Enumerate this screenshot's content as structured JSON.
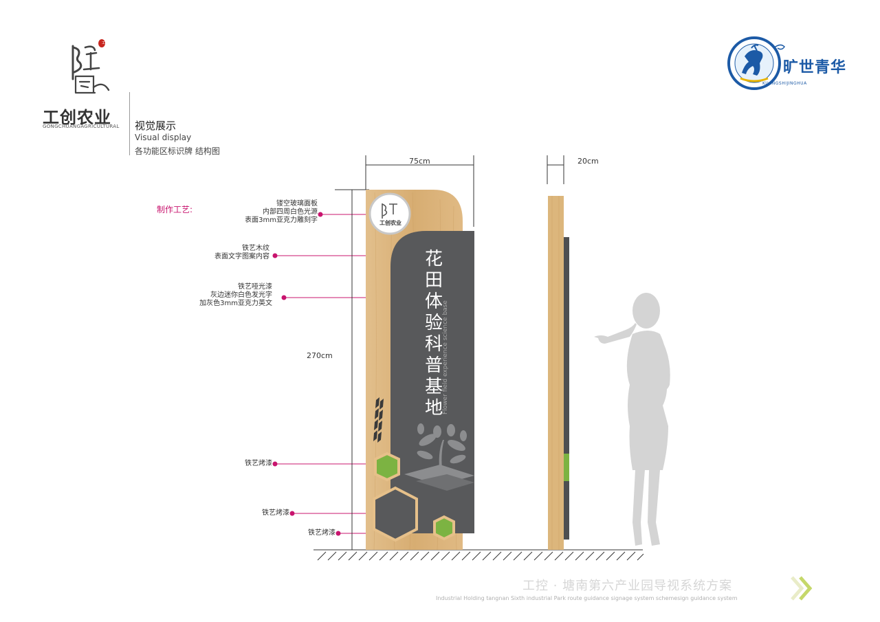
{
  "brand": {
    "cn_name": "工创农业",
    "en_name": "GONGCHUANGAGRICULTURAL",
    "seal_text": "工创",
    "partner_name": "旷世青华",
    "partner_en": "KUANGSHIJINGHUA"
  },
  "section": {
    "title_cn": "视觉展示",
    "title_en": "Visual display",
    "subtitle": "各功能区标识牌 结构图"
  },
  "sign": {
    "title_chars": [
      "花",
      "田",
      "体",
      "验",
      "科",
      "普",
      "基",
      "地"
    ],
    "en_text": "Flower field experience science base",
    "logo_text": "工创农业"
  },
  "dimensions": {
    "width": "75cm",
    "depth": "20cm",
    "height": "270cm"
  },
  "craft_label": "制作工艺:",
  "annotations": [
    {
      "lines": [
        "镂空玻璃面板",
        "内部四周白色光源",
        "表面3mm亚克力雕刻字"
      ]
    },
    {
      "lines": [
        "铁艺木纹",
        "表面文字图案内容"
      ]
    },
    {
      "lines": [
        "铁艺哑光漆",
        "灰边迷你白色发光字",
        "加灰色3mm亚克力英文"
      ]
    },
    {
      "lines": [
        "铁艺烤漆"
      ]
    },
    {
      "lines": [
        "铁艺烤漆"
      ]
    },
    {
      "lines": [
        "铁艺烤漆"
      ]
    }
  ],
  "footer": {
    "cn": "工控 · 塘南第六产业园导视系统方案",
    "en": "Industrial Holding tangnan Sixth industrial Park route guidance signage system schemesign guidance system"
  },
  "colors": {
    "wood": "#d9b47f",
    "panel": "#58595b",
    "green": "#7cb342",
    "accent": "#c8146e",
    "partner_blue": "#1c5aa6"
  }
}
